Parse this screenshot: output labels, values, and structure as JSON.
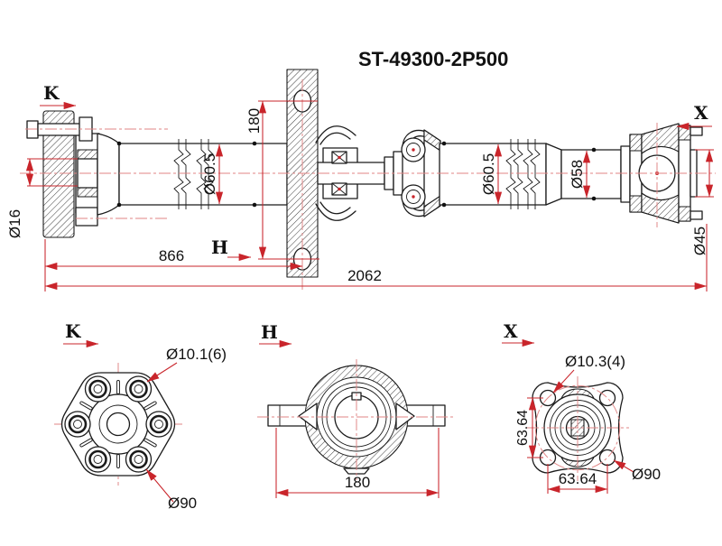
{
  "title": "ST-49300-2P500",
  "colors": {
    "outline": "#1b1b1b",
    "dimension": "#c9252b",
    "centerline": "#e08585",
    "background": "#ffffff"
  },
  "main_view": {
    "dim_bore_front": "Ø16",
    "dim_tube_front": "Ø60.5",
    "dim_bracket_height": "180",
    "dim_tube_rear": "Ø60.5",
    "dim_tube_end": "Ø58",
    "dim_flange_pilot": "Ø45",
    "dim_length_front": "866",
    "dim_length_total": "2062"
  },
  "view_k": {
    "label": "K",
    "dim_bolt_holes": "Ø10.1(6)",
    "dim_bolt_circle": "Ø90"
  },
  "view_h": {
    "label": "H",
    "dim_width": "180"
  },
  "view_x": {
    "label": "X",
    "dim_bolt_holes": "Ø10.3(4)",
    "dim_pitch_vertical": "63.64",
    "dim_pitch_horizontal": "63.64",
    "dim_bolt_circle": "Ø90"
  }
}
